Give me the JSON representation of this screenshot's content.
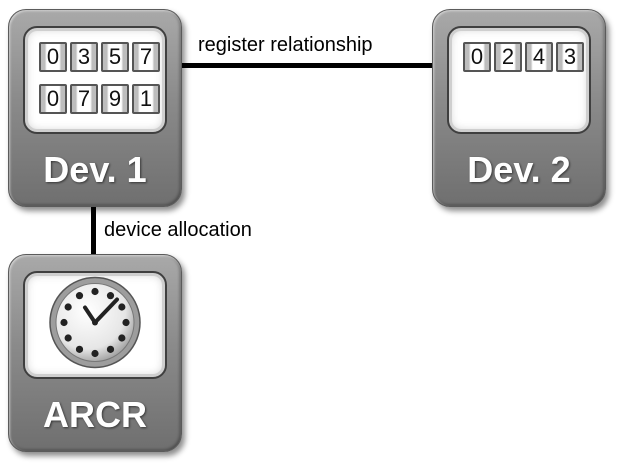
{
  "edges": {
    "register_relationship": "register relationship",
    "device_allocation": "device allocation"
  },
  "devices": {
    "dev1": {
      "label": "Dev. 1",
      "registers": [
        [
          "0",
          "3",
          "5",
          "7"
        ],
        [
          "0",
          "7",
          "9",
          "1"
        ]
      ]
    },
    "dev2": {
      "label": "Dev. 2",
      "registers": [
        [
          "0",
          "2",
          "4",
          "3"
        ]
      ]
    },
    "arcr": {
      "label": "ARCR",
      "icon": "clock-icon"
    }
  },
  "colors": {
    "device_body": "#8b8b8b",
    "screen": "#ffffff",
    "label_text": "#ffffff",
    "line": "#000000"
  }
}
